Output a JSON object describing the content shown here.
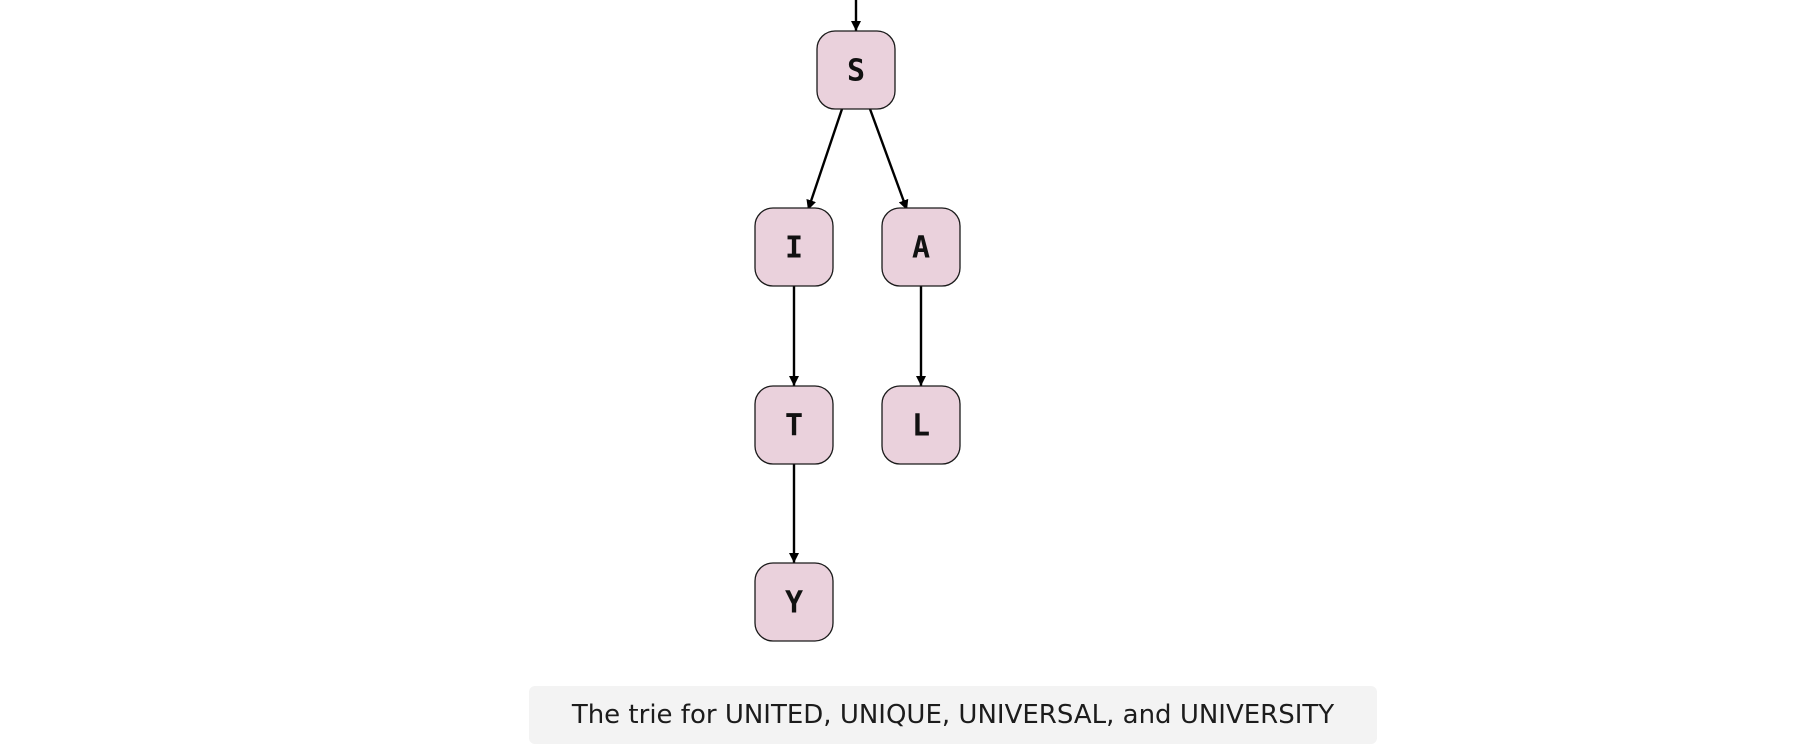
{
  "diagram": {
    "nodes": [
      {
        "id": "s",
        "label": "S"
      },
      {
        "id": "i",
        "label": "I"
      },
      {
        "id": "a",
        "label": "A"
      },
      {
        "id": "t",
        "label": "T"
      },
      {
        "id": "l",
        "label": "L"
      },
      {
        "id": "y",
        "label": "Y"
      }
    ],
    "edges": [
      {
        "from": "parent",
        "to": "s"
      },
      {
        "from": "s",
        "to": "i"
      },
      {
        "from": "s",
        "to": "a"
      },
      {
        "from": "i",
        "to": "t"
      },
      {
        "from": "a",
        "to": "l"
      },
      {
        "from": "t",
        "to": "y"
      }
    ]
  },
  "caption": {
    "text": "The trie for UNITED, UNIQUE, UNIVERSAL, and UNIVERSITY"
  }
}
